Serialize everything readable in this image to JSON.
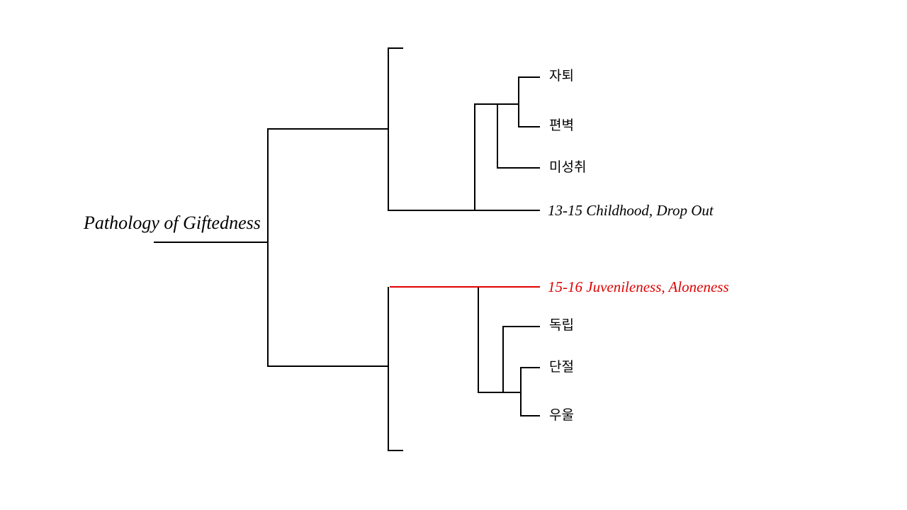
{
  "root": {
    "label": "Pathology of Giftedness"
  },
  "upper_branch": {
    "heading": "13-15 Childhood, Drop Out",
    "items": [
      "자퇴",
      "편벽",
      "미성취"
    ]
  },
  "lower_branch": {
    "heading": "15-16 Juvenileness, Aloneness",
    "items": [
      "독립",
      "단절",
      "우울"
    ]
  },
  "colors": {
    "line": "#000000",
    "highlight": "#e00000",
    "background": "#ffffff"
  }
}
